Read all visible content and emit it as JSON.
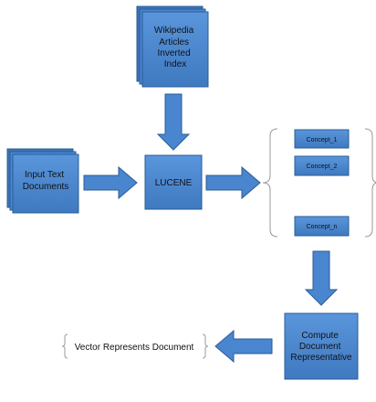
{
  "nodes": {
    "wiki": {
      "lines": [
        "Wikipedia",
        "Articles",
        "Inverted",
        "Index"
      ]
    },
    "input": {
      "lines": [
        "Input Text",
        "Documents"
      ]
    },
    "lucene": {
      "label": "LUCENE"
    },
    "concepts": [
      "Concept_1",
      "Concept_2",
      "Concept_n"
    ],
    "compute": {
      "lines": [
        "Compute",
        "Document",
        "Representative"
      ]
    },
    "vector": {
      "label": "Vector Represents Document"
    }
  },
  "colors": {
    "box_fill": "#4a86cf",
    "box_stroke": "#2a5c96",
    "shadow": "#3d74b8",
    "arrow_fill": "#4a86cf",
    "arrow_stroke": "#2a5c96",
    "brace": "#999999"
  }
}
